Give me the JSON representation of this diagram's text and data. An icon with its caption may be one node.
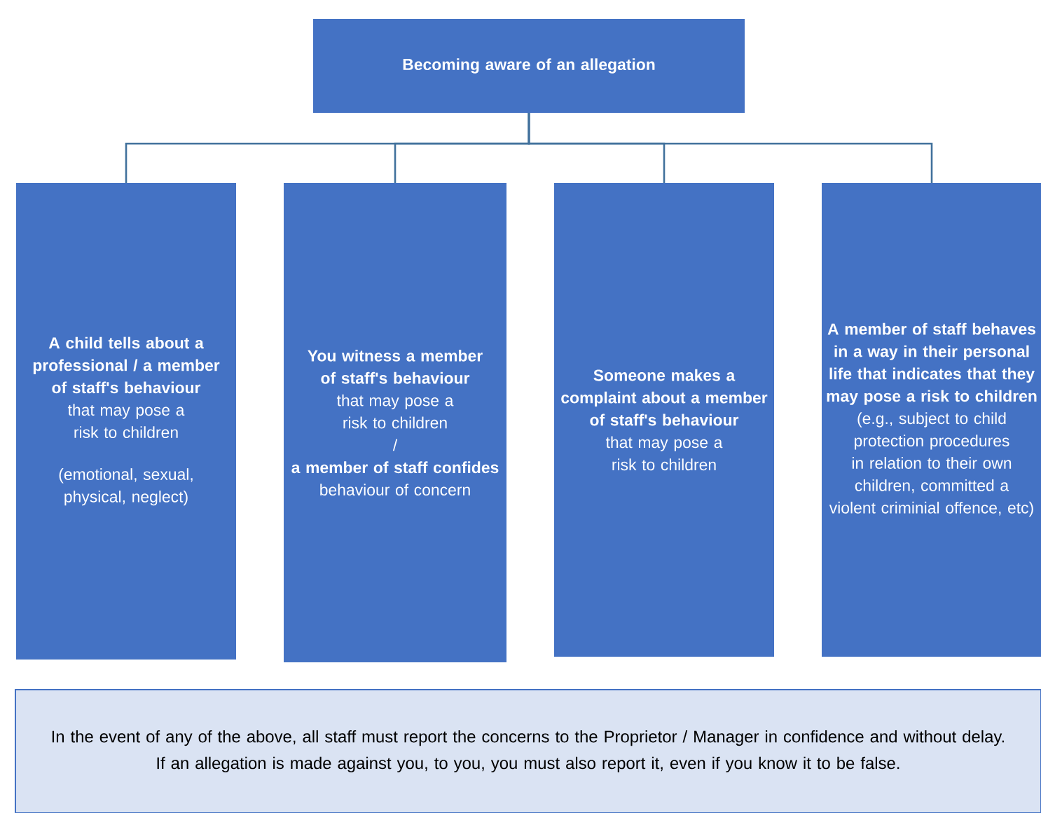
{
  "diagram": {
    "nodes": [
      {
        "text": [
          "Becoming aware of an allegation"
        ]
      },
      {
        "text": [
          "A child tells about a professional / a member of staff's behaviour",
          "that may pose a risk to children",
          "(emotional, sexual, physical, neglect)"
        ]
      },
      {
        "text": [
          "You witness a member of staff's behaviour",
          "that may pose a risk to children",
          "/",
          "a member of staff confides",
          "behaviour of concern"
        ]
      },
      {
        "text": [
          "Someone makes a complaint about a member of staff's behaviour",
          "that may pose a risk to children"
        ]
      },
      {
        "text": [
          "A member of staff behaves in a way in their personal life that indicates that they may pose a risk to children",
          "(e.g., subject to child protection procedures in relation to their own children, committed a violent criminial offence, etc)"
        ]
      },
      {
        "text": [
          "In the event of any of the above, all staff must report the concerns to the  Proprietor / Manager in confidence and without delay.",
          "If an allegation is made against you, to you, you must also report it, even if you know it to be false."
        ]
      }
    ],
    "edges": [
      {
        "from": 0,
        "to": 1,
        "arrow": "none"
      },
      {
        "from": 0,
        "to": 2,
        "arrow": "none"
      },
      {
        "from": 0,
        "to": 3,
        "arrow": "none"
      },
      {
        "from": 0,
        "to": 4,
        "arrow": "none"
      }
    ]
  }
}
